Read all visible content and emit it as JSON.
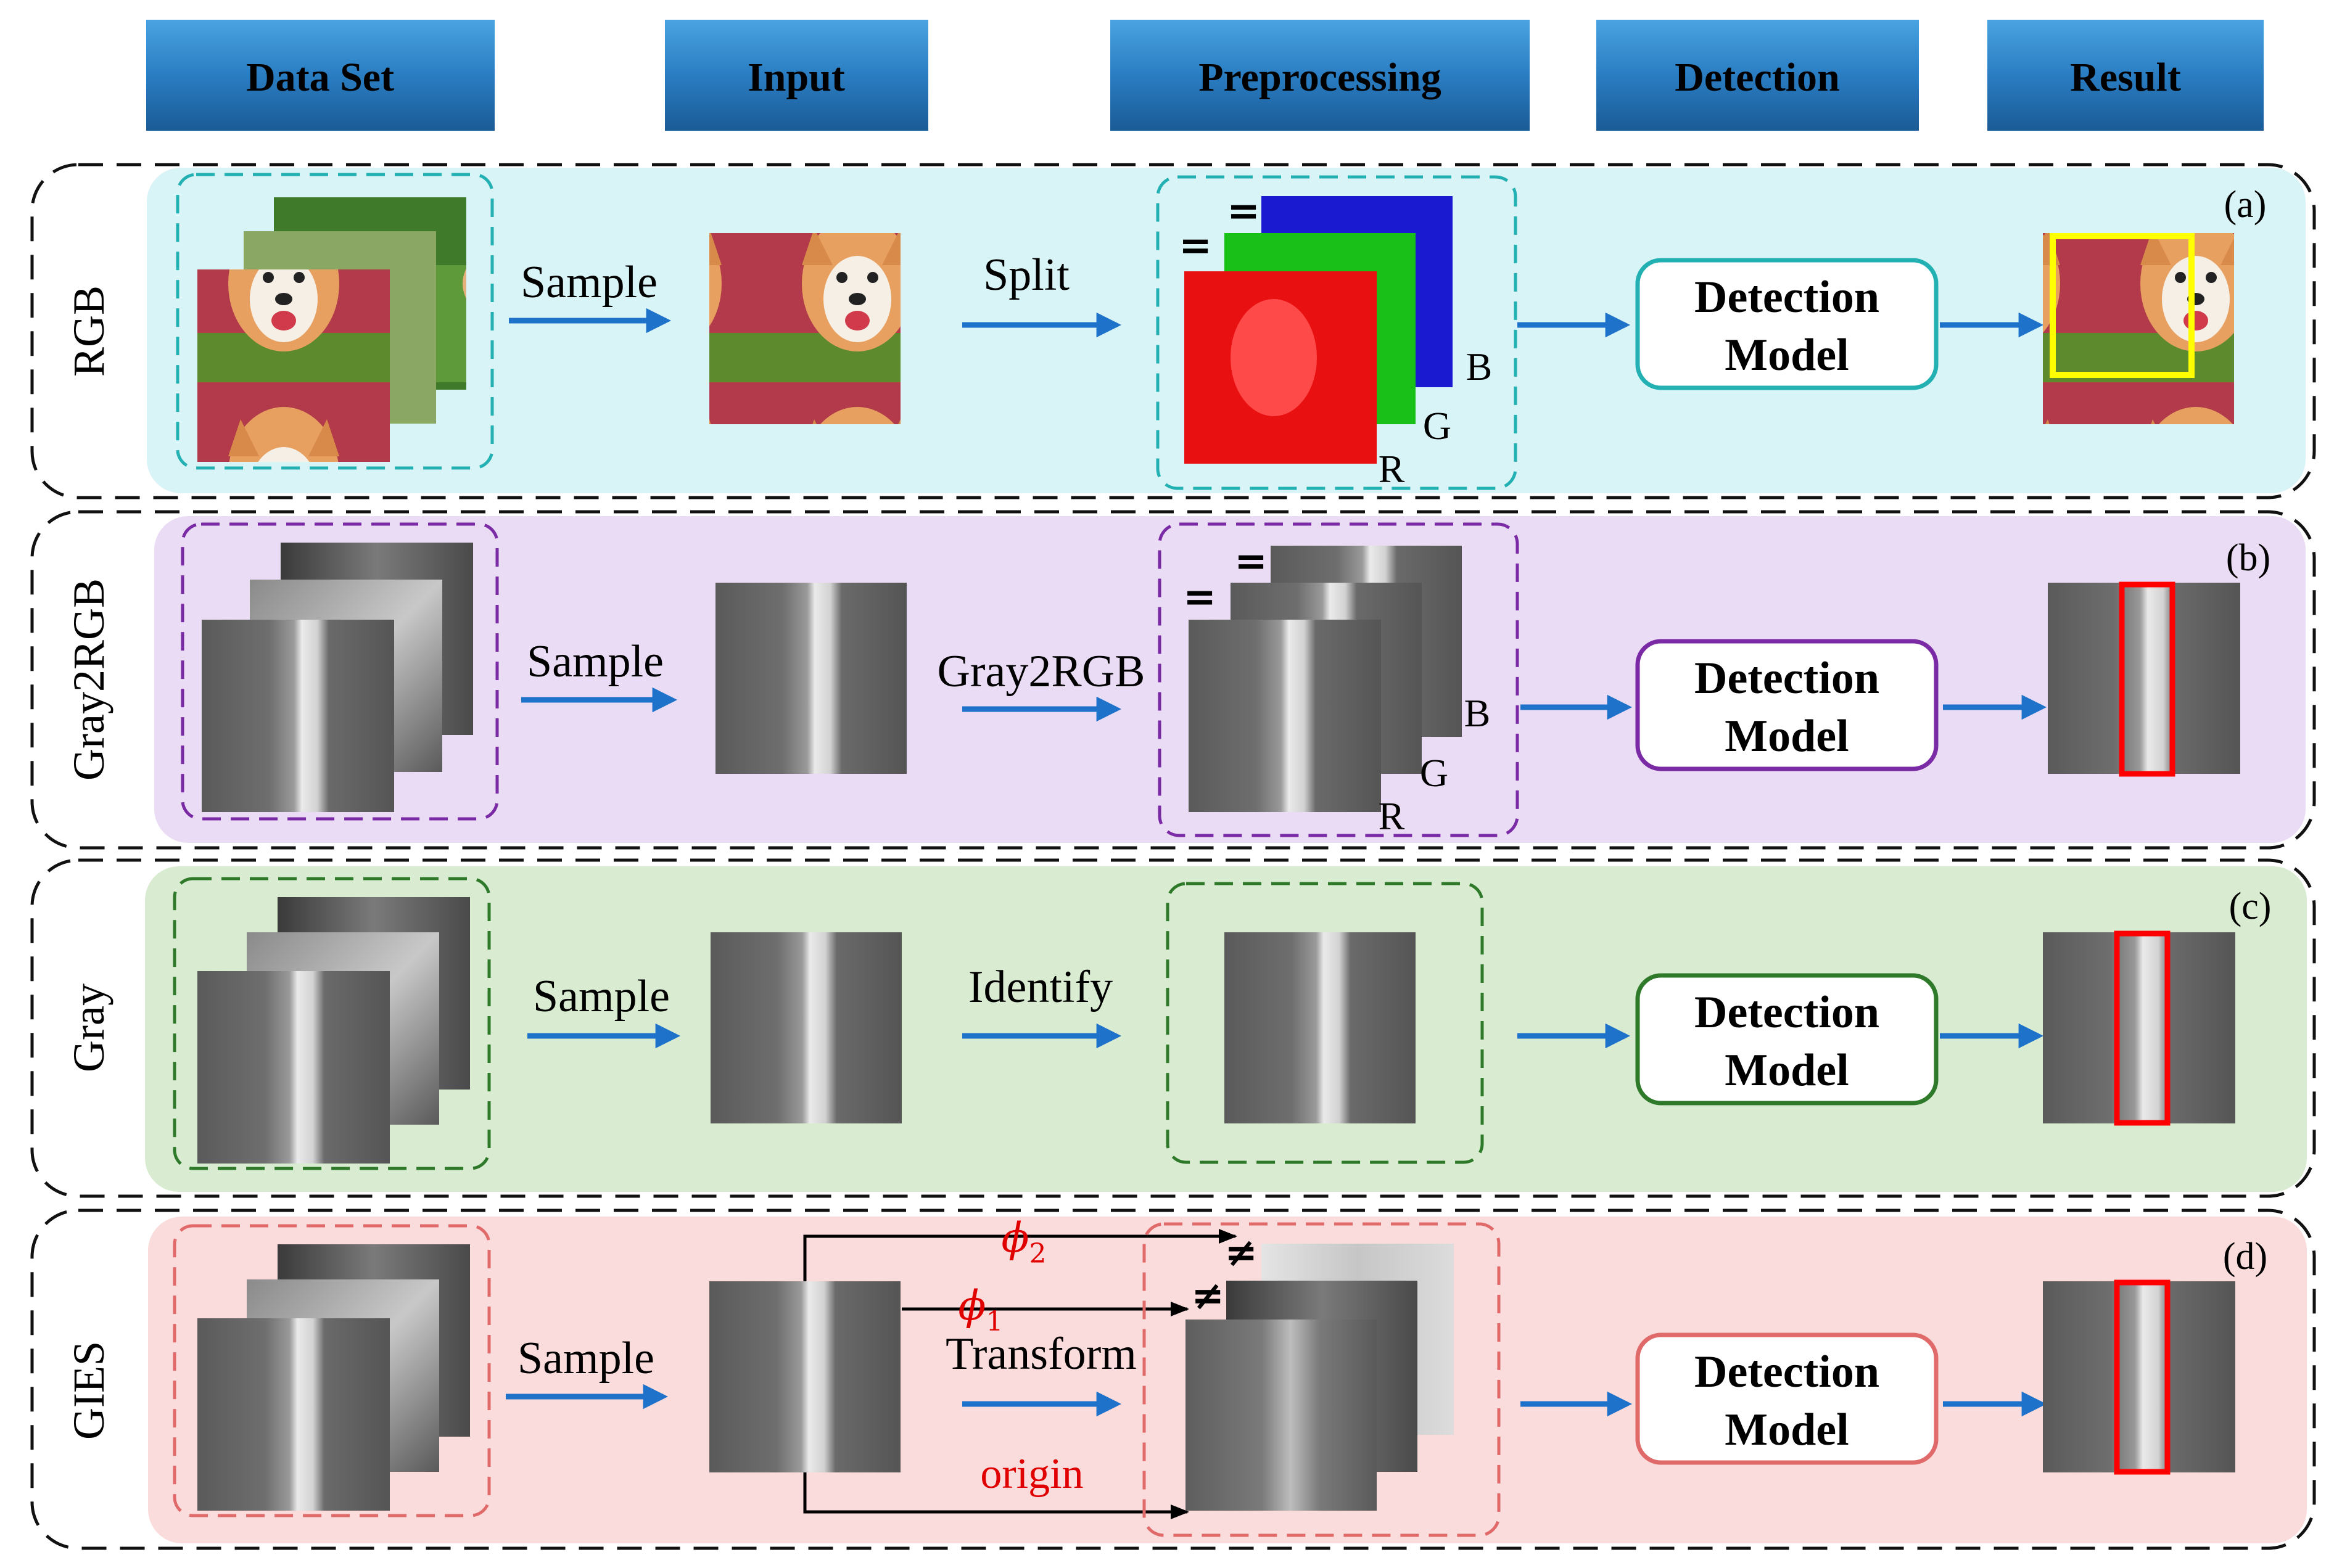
{
  "header": {
    "dataset": "Data Set",
    "input": "Input",
    "preprocessing": "Preprocessing",
    "detection": "Detection",
    "result": "Result"
  },
  "colors": {
    "header_top": "#3a8fd0",
    "header_bottom": "#1a5f9a",
    "arrow": "#1f72c9",
    "rgb_bg": "#d9f4f6",
    "rgb_accent": "#22b0b3",
    "gray2rgb_bg": "#ebdcf5",
    "gray2rgb_accent": "#7a2aa5",
    "gray_bg": "#d9ecd1",
    "gray_accent": "#2f7a2a",
    "gies_bg": "#fbdcdc",
    "gies_accent": "#e06a6a",
    "box_yellow": "#ffff00",
    "box_red": "#ff0000"
  },
  "rows": [
    {
      "id": "rgb",
      "side_label": "RGB",
      "tag": "(a)",
      "op": "Sample",
      "pre_op": "Split",
      "model": [
        "Detection",
        "Model"
      ],
      "channels": [
        "R",
        "G",
        "B"
      ],
      "relation": "="
    },
    {
      "id": "gray2rgb",
      "side_label": "Gray2RGB",
      "tag": "(b)",
      "op": "Sample",
      "pre_op": "Gray2RGB",
      "model": [
        "Detection",
        "Model"
      ],
      "channels": [
        "R",
        "G",
        "B"
      ],
      "relation": "="
    },
    {
      "id": "gray",
      "side_label": "Gray",
      "tag": "(c)",
      "op": "Sample",
      "pre_op": "Identify",
      "model": [
        "Detection",
        "Model"
      ]
    },
    {
      "id": "gies",
      "side_label": "GIES",
      "tag": "(d)",
      "op": "Sample",
      "pre_op": "Transform",
      "model": [
        "Detection",
        "Model"
      ],
      "relation": "≠",
      "phi": "ϕ",
      "phi1_sub": "1",
      "phi2_sub": "2",
      "origin": "origin"
    }
  ]
}
